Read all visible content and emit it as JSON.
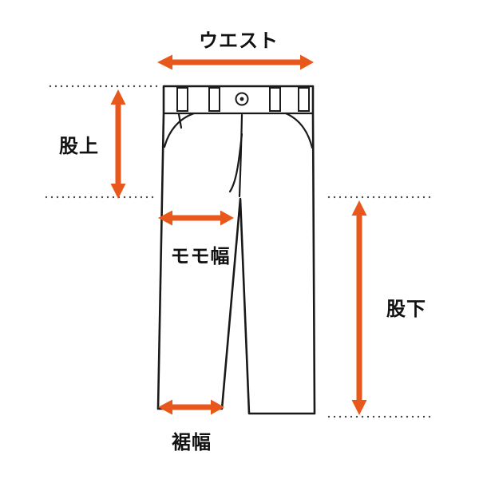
{
  "diagram": {
    "title": "pants-size-measurement-diagram",
    "labels": {
      "waist": "ウエスト",
      "rise": "股上",
      "thigh": "モモ幅",
      "inseam": "股下",
      "hem": "裾幅"
    }
  },
  "colors": {
    "accent": "#e8571c",
    "line": "#1a1a1a",
    "dotted": "#4a4a4a",
    "text": "#111111",
    "background": "#ffffff"
  }
}
